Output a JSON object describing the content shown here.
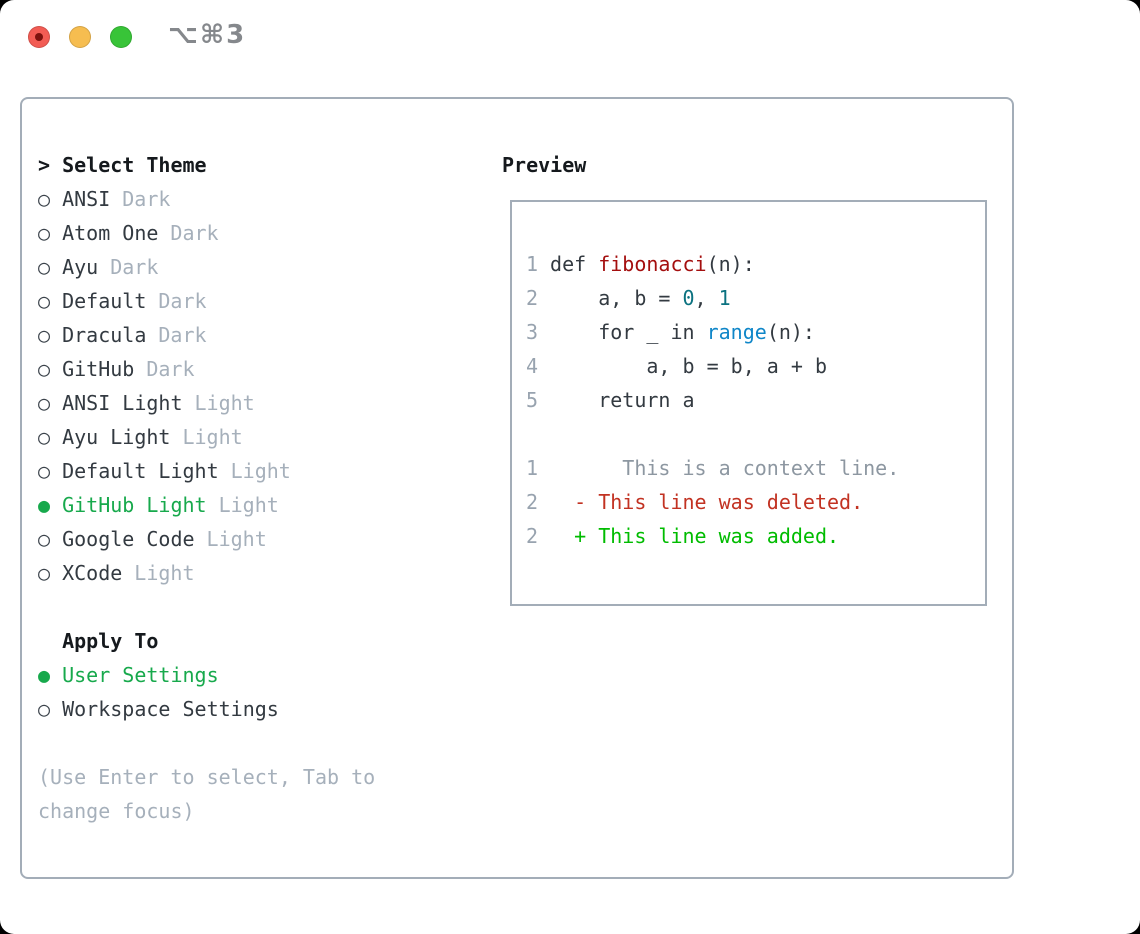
{
  "window": {
    "title": "⌥⌘3",
    "traffic_lights": [
      "close",
      "minimize",
      "zoom"
    ]
  },
  "theme_panel": {
    "header": {
      "prompt": ">",
      "label": "Select Theme"
    },
    "themes": [
      {
        "name": "ANSI",
        "variant": "Dark",
        "selected": false
      },
      {
        "name": "Atom One",
        "variant": "Dark",
        "selected": false
      },
      {
        "name": "Ayu",
        "variant": "Dark",
        "selected": false
      },
      {
        "name": "Default",
        "variant": "Dark",
        "selected": false
      },
      {
        "name": "Dracula",
        "variant": "Dark",
        "selected": false
      },
      {
        "name": "GitHub",
        "variant": "Dark",
        "selected": false
      },
      {
        "name": "ANSI Light",
        "variant": "Light",
        "selected": false
      },
      {
        "name": "Ayu Light",
        "variant": "Light",
        "selected": false
      },
      {
        "name": "Default Light",
        "variant": "Light",
        "selected": false
      },
      {
        "name": "GitHub Light",
        "variant": "Light",
        "selected": true
      },
      {
        "name": "Google Code",
        "variant": "Light",
        "selected": false
      },
      {
        "name": "XCode",
        "variant": "Light",
        "selected": false
      }
    ],
    "radio_glyphs": {
      "selected": "●",
      "unselected": "○"
    },
    "apply_to": {
      "label": "Apply To",
      "options": [
        {
          "label": "User Settings",
          "selected": true
        },
        {
          "label": "Workspace Settings",
          "selected": false
        }
      ]
    },
    "hint": "(Use Enter to select, Tab to change focus)"
  },
  "preview": {
    "label": "Preview",
    "lines": [
      {
        "num": "1",
        "segments": [
          {
            "text": "def ",
            "color": "fg"
          },
          {
            "text": "fibonacci",
            "color": "function"
          },
          {
            "text": "(n):",
            "color": "fg"
          }
        ]
      },
      {
        "num": "2",
        "segments": [
          {
            "text": "    a, b = ",
            "color": "fg"
          },
          {
            "text": "0",
            "color": "number"
          },
          {
            "text": ", ",
            "color": "fg"
          },
          {
            "text": "1",
            "color": "number"
          }
        ]
      },
      {
        "num": "3",
        "segments": [
          {
            "text": "    for _ in ",
            "color": "fg"
          },
          {
            "text": "range",
            "color": "builtin"
          },
          {
            "text": "(n):",
            "color": "fg"
          }
        ]
      },
      {
        "num": "4",
        "segments": [
          {
            "text": "        a, b = b, a + b",
            "color": "fg"
          }
        ]
      },
      {
        "num": "5",
        "segments": [
          {
            "text": "    return a",
            "color": "fg"
          }
        ]
      },
      {
        "num": "",
        "segments": []
      },
      {
        "num": "1",
        "segments": [
          {
            "text": "      This is a context line.",
            "color": "context"
          }
        ]
      },
      {
        "num": "2",
        "segments": [
          {
            "text": "  - This line was deleted.",
            "color": "deleted"
          }
        ]
      },
      {
        "num": "2",
        "segments": [
          {
            "text": "  + This line was added.",
            "color": "added"
          }
        ]
      }
    ]
  },
  "colors": {
    "accent_green": "#17a94c",
    "muted_gray": "#a6b0bb",
    "text_dark": "#333a41",
    "header_black": "#15191d",
    "border_gray": "#a3adb8",
    "line_number_gray": "#98a3af",
    "syntax_function_red": "#a40f0f",
    "syntax_number_teal": "#0b7280",
    "syntax_builtin_blue": "#0f86c8",
    "diff_context_gray": "#8d97a1",
    "diff_deleted_red": "#c23222",
    "diff_added_green": "#00bc00",
    "traffic_red": "#f25c54",
    "traffic_yellow": "#f6bd50",
    "traffic_green": "#38c438"
  }
}
